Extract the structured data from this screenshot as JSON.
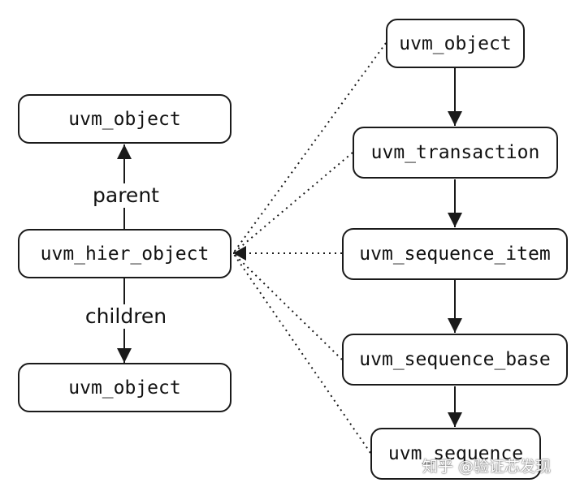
{
  "left_tree": {
    "parent_node": "uvm_object",
    "center_node": "uvm_hier_object",
    "child_node": "uvm_object",
    "parent_label": "parent",
    "children_label": "children"
  },
  "right_chain": {
    "nodes": [
      "uvm_object",
      "uvm_transaction",
      "uvm_sequence_item",
      "uvm_sequence_base",
      "uvm_sequence"
    ]
  },
  "watermark": {
    "text": "知乎 @验证芯发现"
  },
  "colors": {
    "line": "#1a1a1a",
    "box_border": "#1a1a1a",
    "background": "#ffffff"
  }
}
